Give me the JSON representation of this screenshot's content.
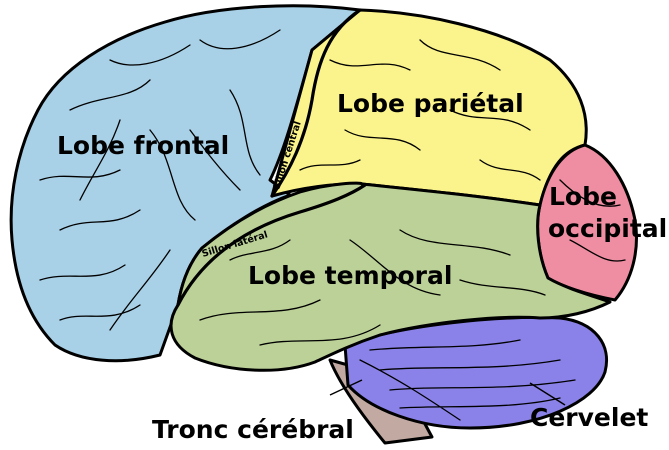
{
  "labels": {
    "frontal": "Lobe frontal",
    "parietal": "Lobe pariétal",
    "occipital_1": "Lobe",
    "occipital_2": "occipital",
    "temporal": "Lobe temporal",
    "brainstem": "Tronc cérébral",
    "cerebellum": "Cervelet",
    "central_sulcus": "Sillon central",
    "lateral_sulcus": "Sillon latéral"
  },
  "colors": {
    "frontal": "#a8d0e6",
    "parietal": "#fbf48c",
    "occipital": "#ef8ea2",
    "temporal": "#bcd198",
    "cerebellum": "#8a82e8",
    "brainstem": "#c2aaa2",
    "outline": "#000000"
  }
}
